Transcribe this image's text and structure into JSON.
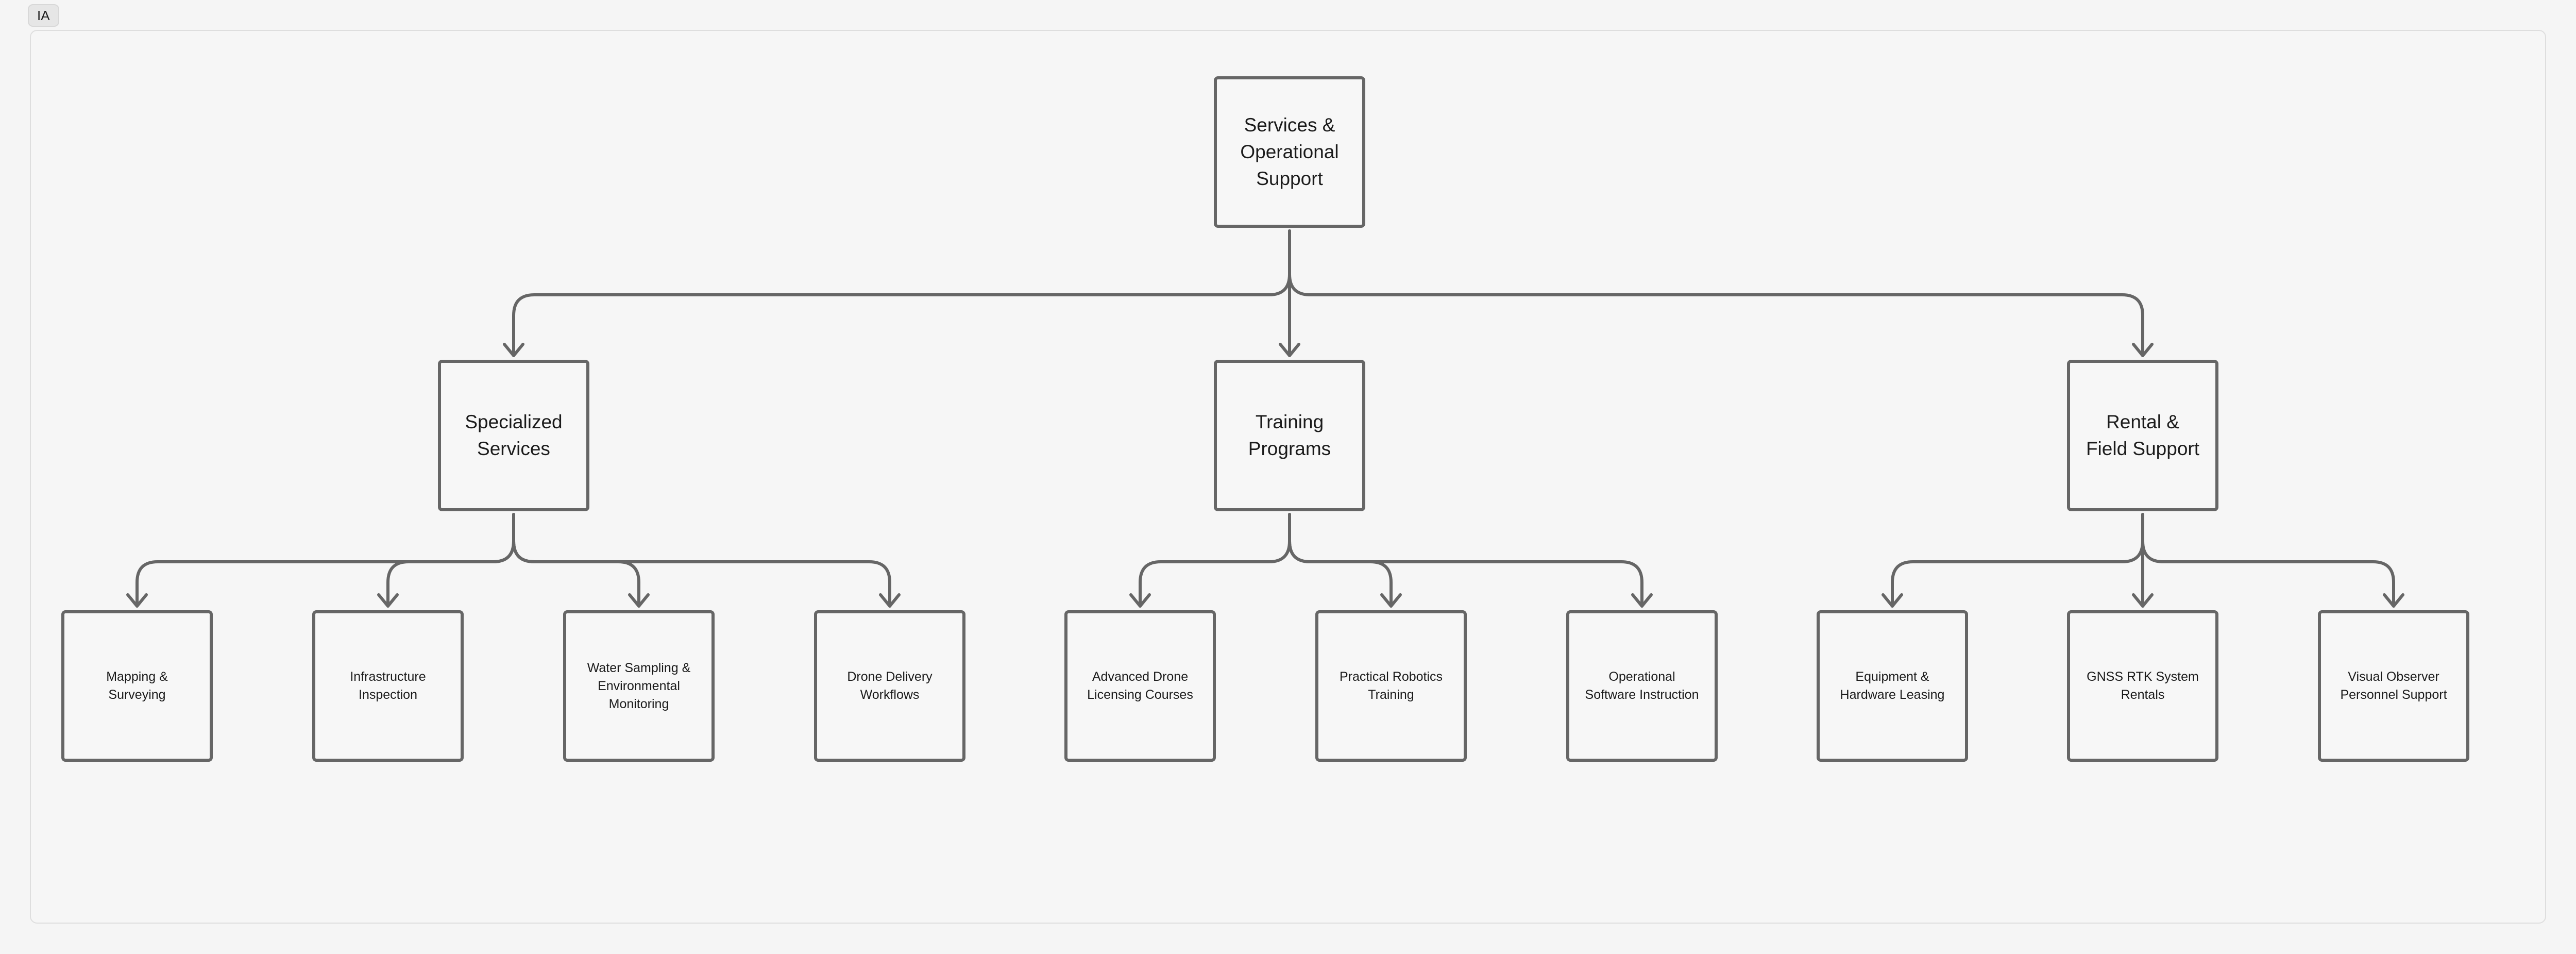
{
  "tab_label": "IA",
  "colors": {
    "stroke": "#666666",
    "background": "#f6f6f6",
    "text": "#1b1b1b"
  },
  "root": {
    "label": "Services & Operational Support"
  },
  "sections": [
    {
      "label": "Specialized Services",
      "children": [
        "Mapping & Surveying",
        "Infrastructure Inspection",
        "Water Sampling & Environmental Monitoring",
        "Drone Delivery Workflows"
      ]
    },
    {
      "label": "Training Programs",
      "children": [
        "Advanced Drone Licensing Courses",
        "Practical Robotics Training",
        "Operational Software Instruction"
      ]
    },
    {
      "label": "Rental & Field Support",
      "children": [
        "Equipment & Hardware Leasing",
        "GNSS RTK System Rentals",
        "Visual Observer Personnel Support"
      ]
    }
  ]
}
